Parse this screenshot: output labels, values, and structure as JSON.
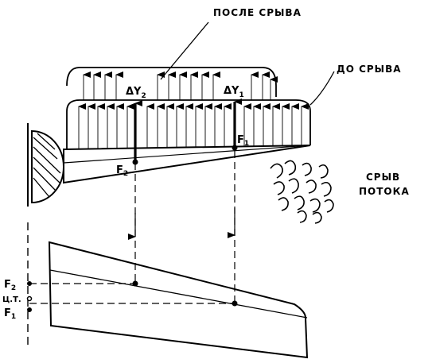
{
  "labels": {
    "after_stall": "ПОСЛЕ СРЫВА",
    "before_stall": "ДО СРЫВА",
    "stall_line1": "СРЫВ",
    "stall_line2": "ПОТОКА",
    "delta_y2_sym": "ΔY",
    "delta_y2_sub": "2",
    "delta_y1_sym": "ΔY",
    "delta_y1_sub": "1",
    "f1_top_sym": "F",
    "f1_top_sub": "1",
    "f2_top_sym": "F",
    "f2_top_sub": "2",
    "f2_left_sym": "F",
    "f2_left_sub": "2",
    "cg_left": "Ц.Т.",
    "f1_left_sym": "F",
    "f1_left_sub": "1"
  },
  "colors": {
    "ink": "#000000",
    "background": "#ffffff"
  }
}
